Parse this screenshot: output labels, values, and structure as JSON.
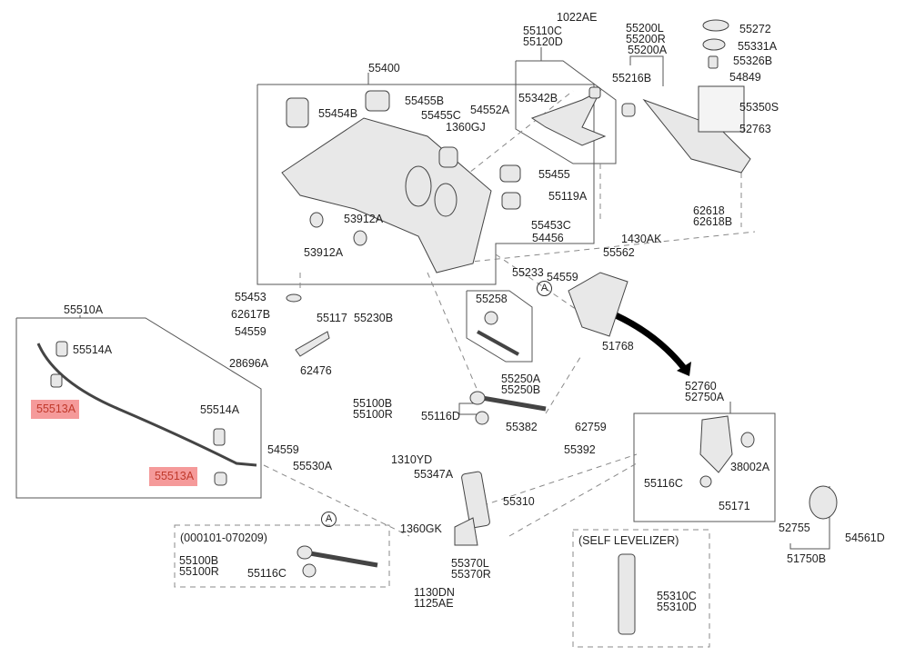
{
  "labels": [
    "1022AE",
    "55110C",
    "55120D",
    "55400",
    "55454B",
    "55455B",
    "55455C",
    "54552A",
    "1360GJ",
    "55342B",
    "55455",
    "55119A",
    "55453C",
    "54456",
    "53912A",
    "53912A",
    "55200L",
    "55200R",
    "55200A",
    "55216B",
    "55272",
    "55331A",
    "55326B",
    "54849",
    "55350S",
    "52763",
    "62618",
    "62618B",
    "1430AK",
    "55562",
    "55233",
    "54559",
    "A",
    "55453",
    "62617B",
    "54559",
    "28696A",
    "62476",
    "55117",
    "55230B",
    "55258",
    "55250A",
    "55250B",
    "51768",
    "55100B",
    "55100R",
    "55116D",
    "55382",
    "62759",
    "55510A",
    "55514A",
    "55513A",
    "55514A",
    "54559",
    "55530A",
    "55513A",
    "A",
    "(000101-070209)",
    "55100B",
    "55100R",
    "55116C",
    "1310YD",
    "55347A",
    "55310",
    "1360GK",
    "55370L",
    "55370R",
    "1130DN",
    "1125AE",
    "55392",
    "52760",
    "52750A",
    "38002A",
    "55116C",
    "55171",
    "52755",
    "54561D",
    "51750B",
    "(SELF LEVELIZER)",
    "55310C",
    "55310D"
  ],
  "colors": {
    "highlight_bg": "#f59a9a",
    "highlight_text": "#c0392b",
    "line": "#555555",
    "part_fill": "#e8e8e8"
  }
}
